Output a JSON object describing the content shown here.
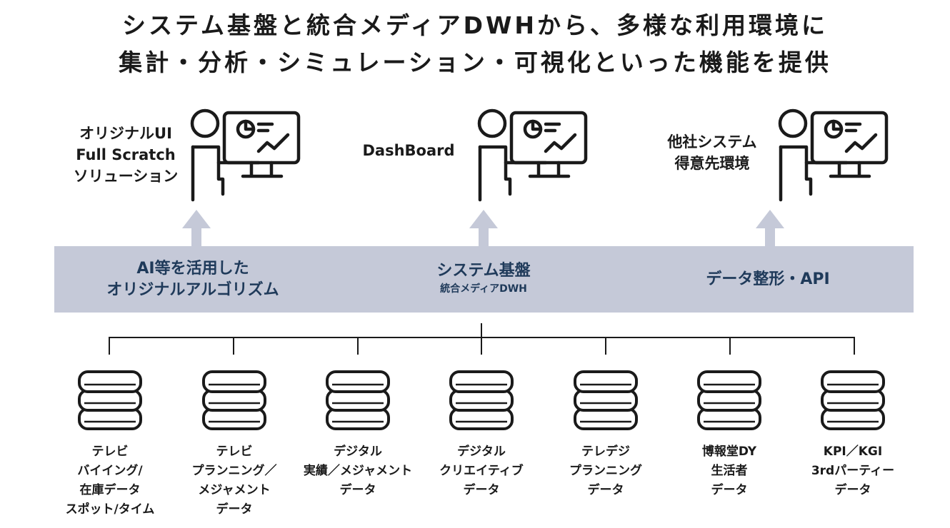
{
  "title": {
    "line1": "システム基盤と統合メディアDWHから、多様な利用環境に",
    "line2": "集計・分析・シミュレーション・可視化といった機能を提供"
  },
  "users": [
    {
      "lines": [
        "オリジナルUI",
        "Full Scratch",
        "ソリューション"
      ]
    },
    {
      "lines": [
        "DashBoard"
      ]
    },
    {
      "lines": [
        "他社システム",
        "得意先環境"
      ]
    }
  ],
  "band": {
    "left": {
      "line1": "AI等を活用した",
      "line2": "オリジナルアルゴリズム"
    },
    "center": {
      "title": "システム基盤",
      "subtitle": "統合メディアDWH"
    },
    "right": {
      "title": "データ整形・API"
    }
  },
  "sources": [
    {
      "lines": [
        "テレビ",
        "バイイング/",
        "在庫データ",
        "スポット/タイム"
      ]
    },
    {
      "lines": [
        "テレビ",
        "プランニング／",
        "メジャメント",
        "データ"
      ]
    },
    {
      "lines": [
        "デジタル",
        "実績／メジャメント",
        "データ"
      ]
    },
    {
      "lines": [
        "デジタル",
        "クリエイティブ",
        "データ"
      ]
    },
    {
      "lines": [
        "テレデジ",
        "プランニング",
        "データ"
      ]
    },
    {
      "lines": [
        "博報堂DY",
        "生活者",
        "データ"
      ]
    },
    {
      "lines": [
        "KPI／KGI",
        "3rdパーティー",
        "データ"
      ]
    }
  ],
  "icons": {
    "user": "person-at-monitor-icon",
    "database": "database-server-icon"
  },
  "colors": {
    "band": "#c5c9d8",
    "band_text": "#1f3a5a",
    "text": "#1a1a1a"
  }
}
